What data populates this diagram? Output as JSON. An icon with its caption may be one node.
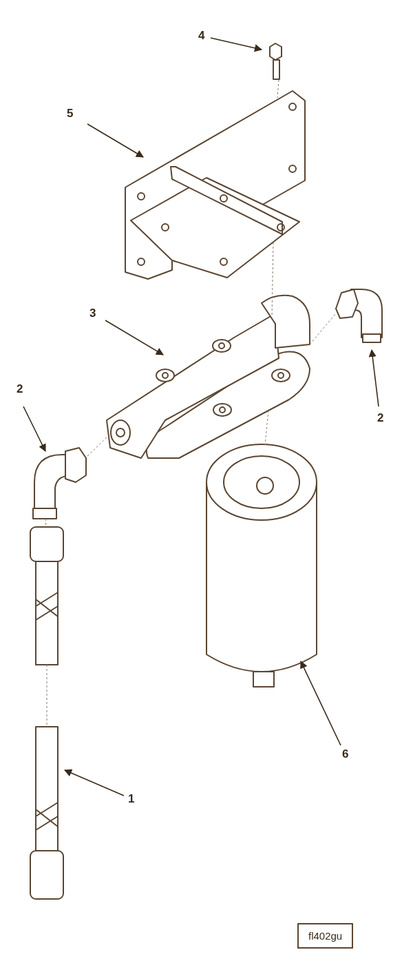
{
  "diagram": {
    "nodes": [
      {
        "text": [
          "4"
        ]
      },
      {
        "text": [
          "5"
        ]
      },
      {
        "text": [
          "3"
        ]
      },
      {
        "text": [
          "2"
        ]
      },
      {
        "text": [
          "2"
        ]
      },
      {
        "text": [
          "6"
        ]
      },
      {
        "text": [
          "1"
        ]
      },
      {
        "text": [],
        "shape": "picture"
      },
      {
        "text": [],
        "shape": "picture"
      },
      {
        "text": [],
        "shape": "picture"
      },
      {
        "text": [],
        "shape": "picture"
      },
      {
        "text": [],
        "shape": "picture"
      },
      {
        "text": [],
        "shape": "picture"
      },
      {
        "text": [],
        "shape": "cylinder"
      }
    ],
    "edges": [
      {
        "from": 0,
        "to": 7,
        "arrow": "to"
      },
      {
        "from": 1,
        "to": 8,
        "arrow": "to"
      },
      {
        "from": 2,
        "to": 9,
        "arrow": "to"
      },
      {
        "from": 3,
        "to": 10,
        "arrow": "to"
      },
      {
        "from": 4,
        "to": 11,
        "arrow": "to"
      },
      {
        "from": 5,
        "to": 13,
        "arrow": "to"
      },
      {
        "from": 6,
        "to": 12,
        "arrow": "to"
      },
      {
        "from": 7,
        "to": 8,
        "arrow": "none",
        "style": "dashed"
      },
      {
        "from": 8,
        "to": 9,
        "arrow": "none",
        "style": "dashed"
      },
      {
        "from": 9,
        "to": 13,
        "arrow": "none",
        "style": "dashed"
      },
      {
        "from": 9,
        "to": 11,
        "arrow": "none",
        "style": "dashed"
      },
      {
        "from": 10,
        "to": 9,
        "arrow": "none",
        "style": "dashed"
      },
      {
        "from": 10,
        "to": 12,
        "arrow": "none",
        "style": "dashed"
      }
    ],
    "labels": [
      "fl402gu"
    ]
  }
}
